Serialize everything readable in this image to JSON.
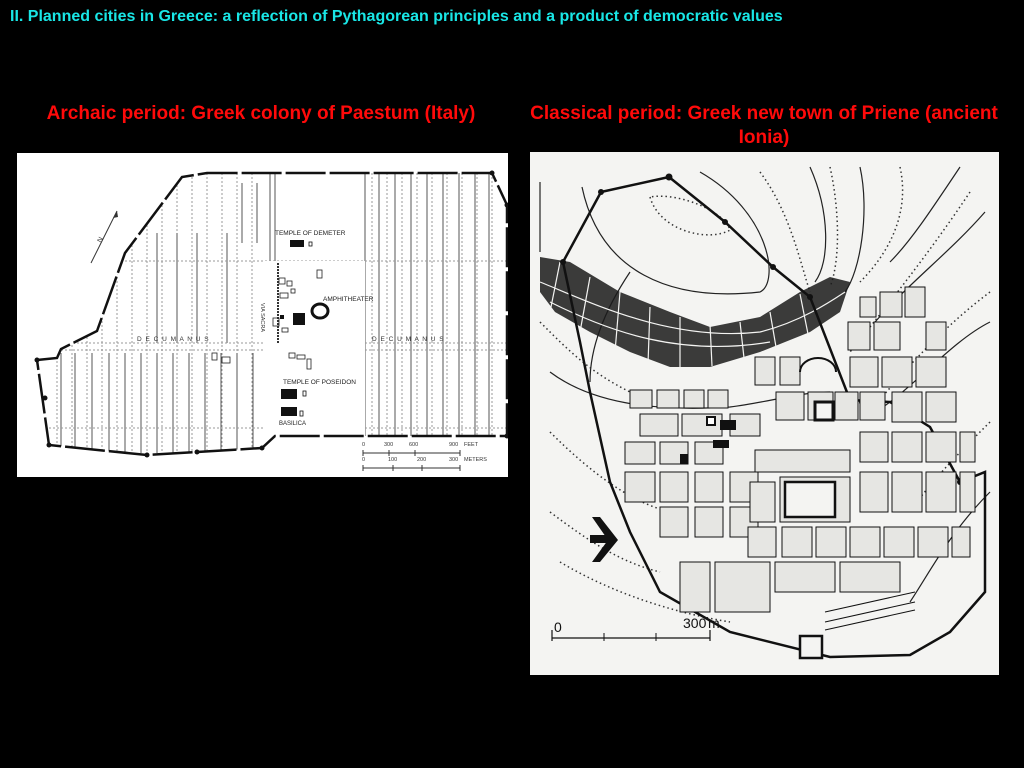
{
  "slide": {
    "title": "II. Planned cities in Greece: a reflection of Pythagorean principles and a product of democratic values",
    "title_color": "#19e6e6",
    "caption_color": "#ff0a0a"
  },
  "left_panel": {
    "caption": "Archaic period: Greek colony of Paestum (Italy)",
    "map": {
      "labels": {
        "north": "N",
        "temple_demeter": "TEMPLE OF DEMETER",
        "amphitheater": "AMPHITHEATER",
        "via_sacra": "VIA SACRA",
        "decumanus_left": "D E C U M A N U S",
        "decumanus_right": "D E C U M A N U S",
        "temple_poseidon": "TEMPLE OF POSEIDON",
        "basilica": "BASILICA"
      },
      "scale_feet": {
        "ticks": [
          "0",
          "300",
          "600",
          "900"
        ],
        "unit": "FEET"
      },
      "scale_meters": {
        "ticks": [
          "0",
          "100",
          "200",
          "300"
        ],
        "unit": "METERS"
      }
    }
  },
  "right_panel": {
    "caption": "Classical period: Greek new town of Priene (ancient Ionia)",
    "map": {
      "scale": {
        "start": "0",
        "end": "300",
        "unit": "m"
      },
      "arrow": "entrance-arrow"
    }
  }
}
